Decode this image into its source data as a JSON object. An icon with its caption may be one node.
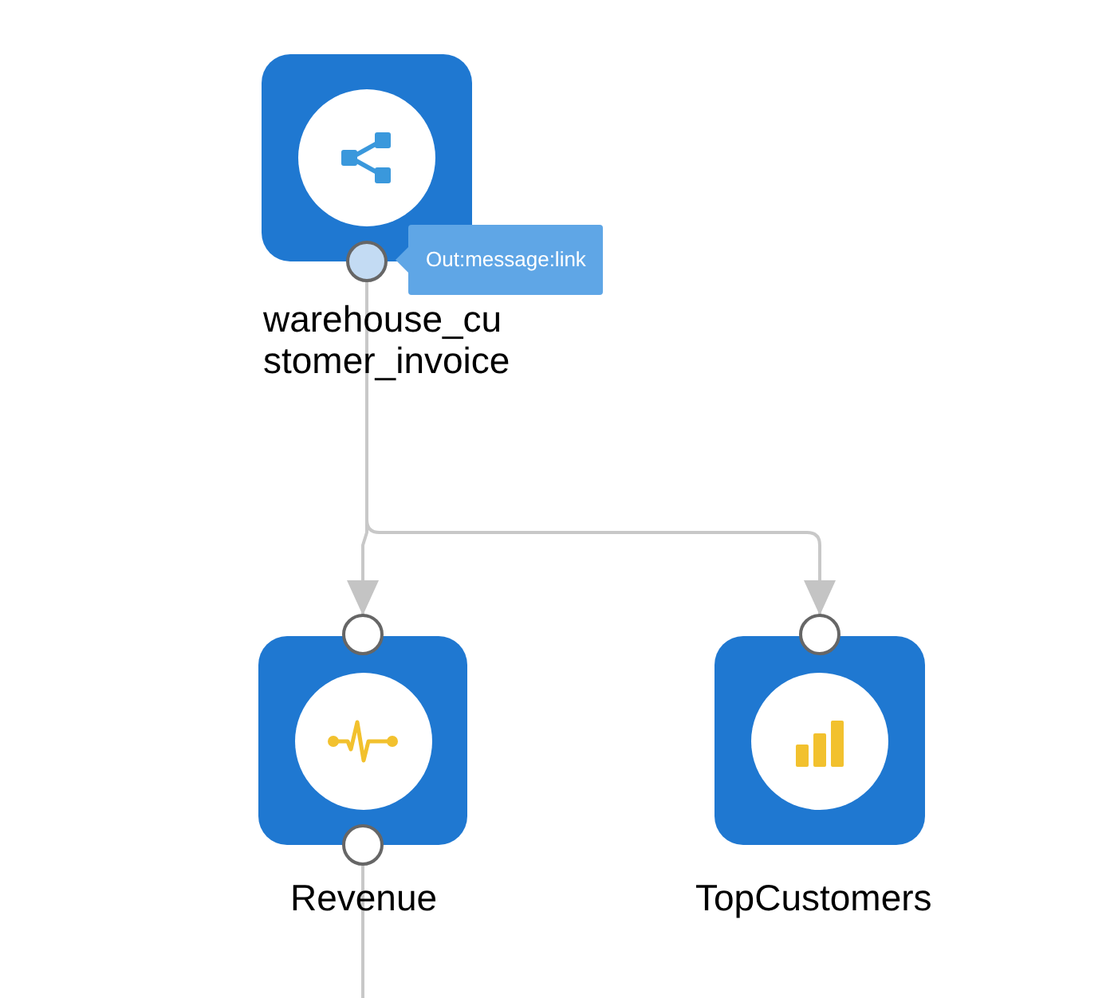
{
  "diagram": {
    "nodes": [
      {
        "text": [
          "warehouse_customer_invoice"
        ]
      },
      {
        "text": [
          "Revenue"
        ]
      },
      {
        "text": [
          "TopCustomers"
        ]
      }
    ],
    "edges": [
      {
        "from": 0,
        "to": 1,
        "arrow": "to"
      },
      {
        "from": 0,
        "to": 2,
        "arrow": "to"
      },
      {
        "from": 1,
        "to": null,
        "arrow": "none"
      }
    ],
    "labels": [
      "Out:message:link"
    ]
  }
}
